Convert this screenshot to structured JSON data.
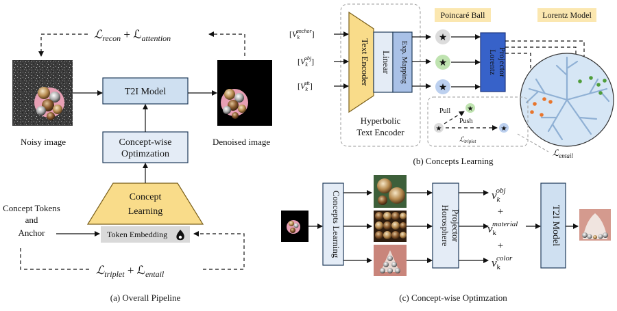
{
  "panel_a": {
    "caption": "(a) Overall Pipeline",
    "loss_top": "ℒrecon + ℒattention",
    "loss_top_terms": [
      "recon",
      "attention"
    ],
    "noisy_label": "Noisy image",
    "denoised_label": "Denoised image",
    "t2i_label": "T2I Model",
    "opt_line1": "Concept-wise",
    "opt_line2": "Optimzation",
    "learning_line1": "Concept",
    "learning_line2": "Learning",
    "token_embedding": "Token Embedding",
    "input_line1": "Concept Tokens",
    "input_line2": "and",
    "input_line3": "Anchor",
    "loss_bottom_terms": [
      "triplet",
      "entail"
    ]
  },
  "panel_b": {
    "caption": "(b) Concepts Learning",
    "inputs": [
      "anchor",
      "obj",
      "att"
    ],
    "text_encoder": "Text Encoder",
    "linear": "Linear",
    "exp_mapping": "Exp. Mapping",
    "encoder_line1": "Hyperbolic",
    "encoder_line2": "Text Encoder",
    "poincare": "Poincaré Ball",
    "lorentz_model": "Lorentz Model",
    "lorentz_line1": "Lorentz",
    "lorentz_line2": "Projector",
    "pull": "Pull",
    "push": "Push",
    "triplet_sub": "triplet",
    "entail_sub": "entail",
    "colors": {
      "grey": "#a9a9a9",
      "green": "#4f9d3a",
      "blue": "#3e69c9",
      "orange": "#e8752c",
      "ball": "#d6e6f5"
    }
  },
  "panel_c": {
    "caption": "(c) Concept-wise Optimzation",
    "concepts_learning": "Concepts Learning",
    "horosphere_line1": "Horosphere",
    "horosphere_line2": "Projector",
    "v_obj": "obj",
    "v_material": "material",
    "v_color": "color",
    "plus": "+",
    "t2i_label": "T2I Model"
  }
}
